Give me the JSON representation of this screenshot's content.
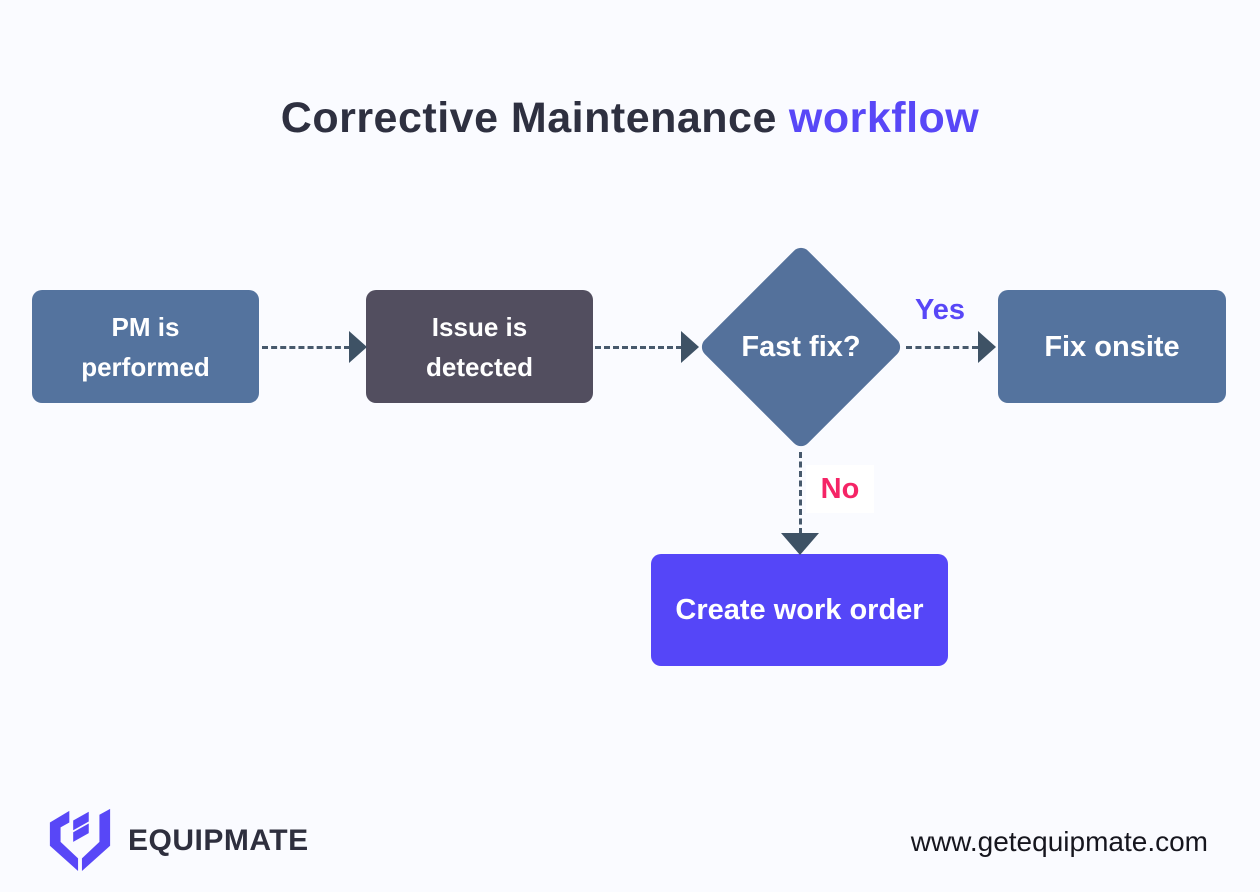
{
  "title": {
    "main": "Corrective Maintenance",
    "accent": "workflow"
  },
  "flow": {
    "pm": {
      "line1": "PM is",
      "line2": "performed"
    },
    "issue": {
      "line1": "Issue is",
      "line2": "detected"
    },
    "decision": {
      "label": "Fast fix?"
    },
    "fix": {
      "label": "Fix onsite"
    },
    "create": {
      "label": "Create work order"
    },
    "labels": {
      "yes": "Yes",
      "no": "No"
    }
  },
  "footer": {
    "brand": "EQUIPMATE",
    "website": "www.getequipmate.com"
  },
  "icons": {
    "brand_logo": "equipmate-logo",
    "connector_arrowheads": "solid-triangle"
  },
  "colors": {
    "background": "#FAFBFF",
    "title_dark": "#2E3040",
    "accent_purple": "#5847F7",
    "node_blue": "#54739E",
    "node_dark_slate": "#524E5F",
    "node_purple": "#5546F8",
    "connector": "#47596C",
    "arrowhead": "#3E5265",
    "no_pink": "#F52466",
    "node_text": "#FFFFFF"
  }
}
